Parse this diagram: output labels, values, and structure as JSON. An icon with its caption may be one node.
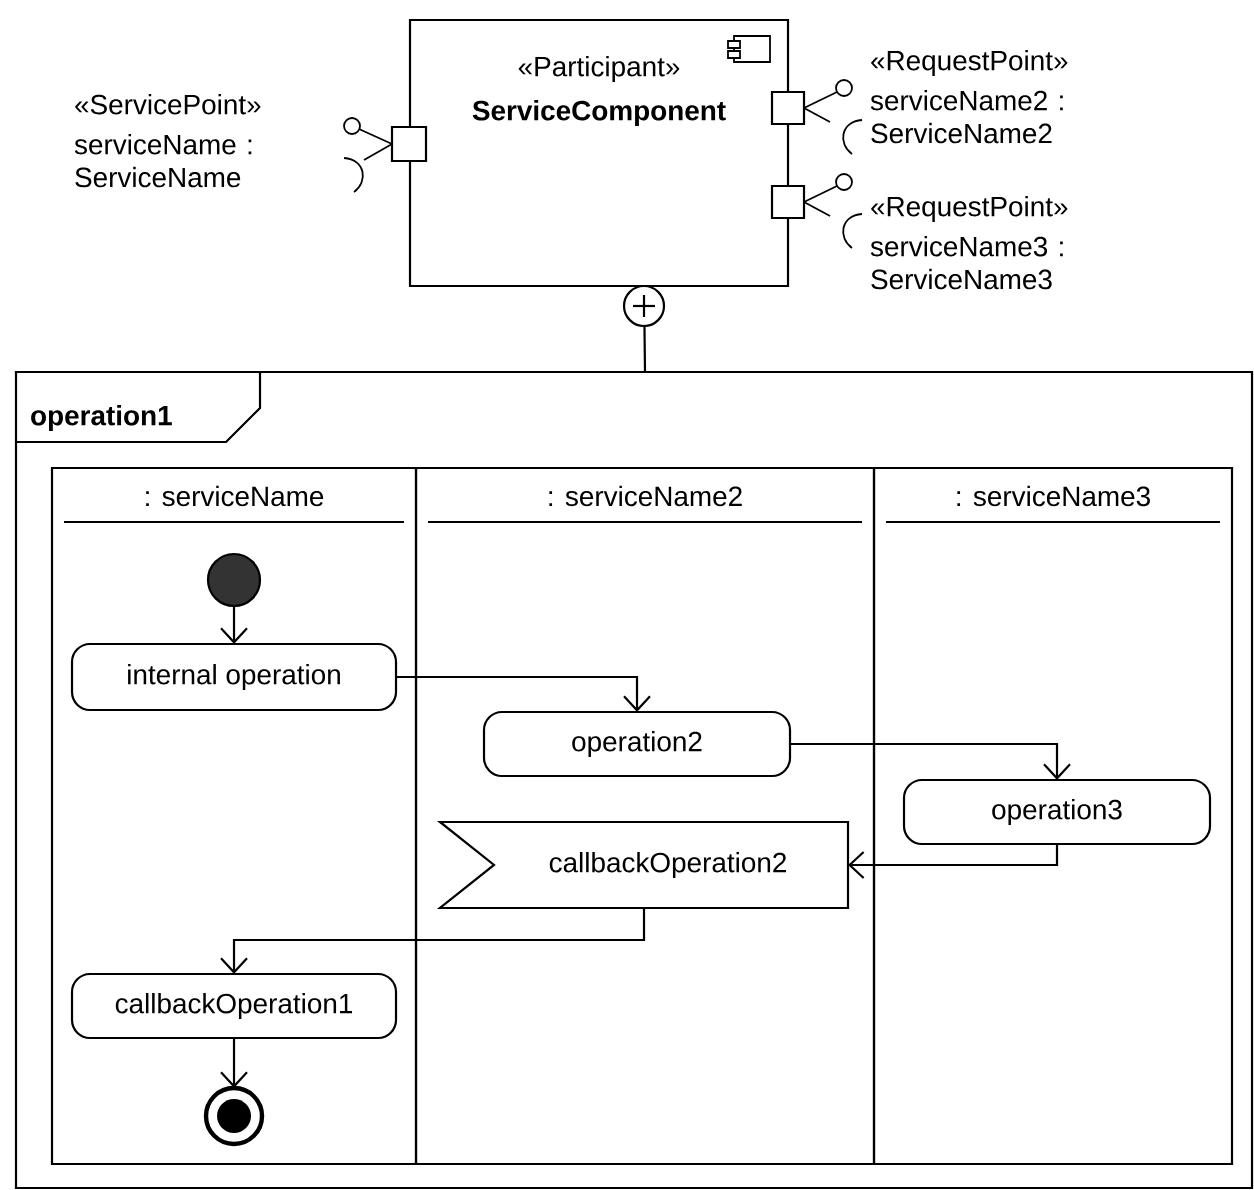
{
  "diagram": {
    "nodes": [
      {
        "text": [
          "«Participant»",
          "ServiceComponent"
        ]
      },
      {
        "text": [],
        "shape": "box",
        "beside": [
          "«ServicePoint»",
          "serviceName : ServiceName"
        ]
      },
      {
        "text": [],
        "shape": "box",
        "beside": [
          "«RequestPoint»",
          "serviceName2 : ServiceName2"
        ]
      },
      {
        "text": [],
        "shape": "box",
        "beside": [
          "«RequestPoint»",
          "serviceName3 : ServiceName3"
        ]
      },
      {
        "text": [
          "operation1"
        ]
      },
      {
        "text": [
          ": serviceName"
        ],
        "in": 4
      },
      {
        "text": [
          ": serviceName2"
        ],
        "in": 4
      },
      {
        "text": [
          ": serviceName3"
        ],
        "in": 4
      },
      {
        "text": [],
        "shape": "circle",
        "in": 5
      },
      {
        "text": [
          "internal operation"
        ],
        "in": 5
      },
      {
        "text": [
          "operation2"
        ],
        "in": 6
      },
      {
        "text": [
          "operation3"
        ],
        "in": 7
      },
      {
        "text": [
          "callbackOperation2"
        ],
        "in": 6
      },
      {
        "text": [
          "callbackOperation1"
        ],
        "in": 5
      },
      {
        "text": [],
        "shape": "circle",
        "in": 5
      }
    ],
    "edges": [
      {
        "from": 0,
        "to": 4,
        "arrow": "other"
      },
      {
        "from": 8,
        "to": 9,
        "arrow": "to"
      },
      {
        "from": 9,
        "to": 10,
        "arrow": "to"
      },
      {
        "from": 10,
        "to": 11,
        "arrow": "to"
      },
      {
        "from": 11,
        "to": 12,
        "arrow": "to"
      },
      {
        "from": 12,
        "to": 13,
        "arrow": "to"
      },
      {
        "from": 13,
        "to": 14,
        "arrow": "to"
      }
    ]
  }
}
